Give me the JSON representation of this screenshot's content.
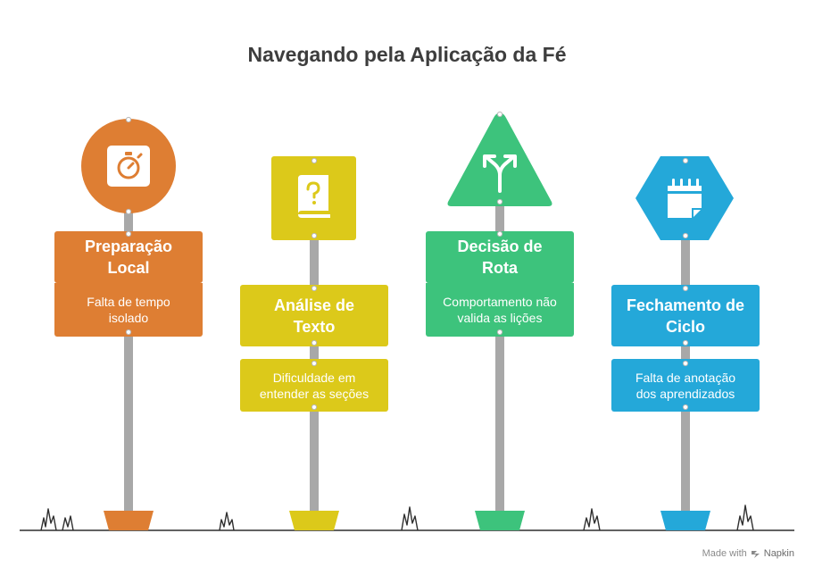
{
  "title": "Navegando pela Aplicação da Fé",
  "steps": [
    {
      "heading_lines": [
        "Preparação",
        "Local"
      ],
      "description_lines": [
        "Falta de tempo",
        "isolado"
      ],
      "color": "#de7e33",
      "icon": "stopwatch-icon",
      "shape": "circle"
    },
    {
      "heading_lines": [
        "Análise de",
        "Texto"
      ],
      "description_lines": [
        "Dificuldade em",
        "entender as seções"
      ],
      "color": "#dcc91a",
      "icon": "question-book-icon",
      "shape": "square"
    },
    {
      "heading_lines": [
        "Decisão de",
        "Rota"
      ],
      "description_lines": [
        "Comportamento não",
        "valida as lições"
      ],
      "color": "#3dc37c",
      "icon": "fork-arrows-icon",
      "shape": "triangle"
    },
    {
      "heading_lines": [
        "Fechamento de",
        "Ciclo"
      ],
      "description_lines": [
        "Falta de anotação",
        "dos aprendizados"
      ],
      "color": "#24a8d9",
      "icon": "notepad-icon",
      "shape": "hexagon"
    }
  ],
  "credit": {
    "prefix": "Made with",
    "brand": "Napkin"
  }
}
